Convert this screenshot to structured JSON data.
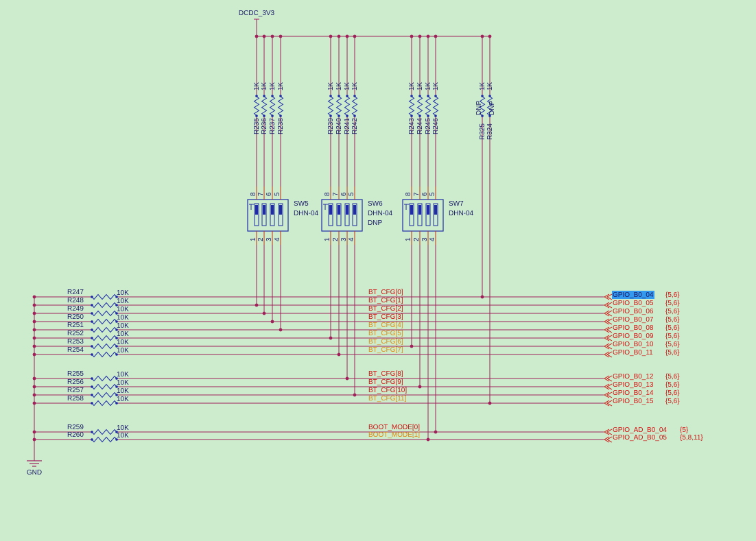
{
  "colors": {
    "background": "#cdeccd",
    "wire": "#a0205a",
    "pin": "#c83010",
    "component": "#1e2aa8",
    "net_label": "#d01010",
    "net_label_alt": "#e08a10",
    "power": "#a02060",
    "selection": "#3399ee",
    "text": "#1a1a6a"
  },
  "power": {
    "label": "DCDC_3V3"
  },
  "ground": {
    "label": "GND"
  },
  "pullups": [
    {
      "ref": "R235",
      "value": "1K",
      "dnp": ""
    },
    {
      "ref": "R236",
      "value": "1K",
      "dnp": ""
    },
    {
      "ref": "R237",
      "value": "1K",
      "dnp": ""
    },
    {
      "ref": "R238",
      "value": "1K",
      "dnp": ""
    },
    {
      "ref": "R239",
      "value": "1K",
      "dnp": ""
    },
    {
      "ref": "R240",
      "value": "1K",
      "dnp": ""
    },
    {
      "ref": "R241",
      "value": "1K",
      "dnp": ""
    },
    {
      "ref": "R242",
      "value": "1K",
      "dnp": ""
    },
    {
      "ref": "R243",
      "value": "1K",
      "dnp": ""
    },
    {
      "ref": "R244",
      "value": "1K",
      "dnp": ""
    },
    {
      "ref": "R245",
      "value": "1K",
      "dnp": ""
    },
    {
      "ref": "R246",
      "value": "1K",
      "dnp": ""
    },
    {
      "ref": "R325",
      "value": "1K",
      "dnp": "DNP"
    },
    {
      "ref": "R324",
      "value": "1K",
      "dnp": "DNP"
    }
  ],
  "switches": [
    {
      "ref": "SW5",
      "part": "DHN-04",
      "note": "",
      "top_pins": [
        "8",
        "7",
        "6",
        "5"
      ],
      "bottom_pins": [
        "1",
        "2",
        "3",
        "4"
      ]
    },
    {
      "ref": "SW6",
      "part": "DHN-04",
      "note": "DNP",
      "top_pins": [
        "8",
        "7",
        "6",
        "5"
      ],
      "bottom_pins": [
        "1",
        "2",
        "3",
        "4"
      ]
    },
    {
      "ref": "SW7",
      "part": "DHN-04",
      "note": "",
      "top_pins": [
        "8",
        "7",
        "6",
        "5"
      ],
      "bottom_pins": [
        "1",
        "2",
        "3",
        "4"
      ]
    }
  ],
  "pulldowns": [
    {
      "ref": "R247",
      "value": "10K",
      "net": "BT_CFG[0]",
      "port": "GPIO_B0_04",
      "sheets": "{5,6}"
    },
    {
      "ref": "R248",
      "value": "10K",
      "net": "BT_CFG[1]",
      "port": "GPIO_B0_05",
      "sheets": "{5,6}"
    },
    {
      "ref": "R249",
      "value": "10K",
      "net": "BT_CFG[2]",
      "port": "GPIO_B0_06",
      "sheets": "{5,6}"
    },
    {
      "ref": "R250",
      "value": "10K",
      "net": "BT_CFG[3]",
      "port": "GPIO_B0_07",
      "sheets": "{5,6}"
    },
    {
      "ref": "R251",
      "value": "10K",
      "net": "BT_CFG[4]",
      "port": "GPIO_B0_08",
      "sheets": "{5,6}"
    },
    {
      "ref": "R252",
      "value": "10K",
      "net": "BT_CFG[5]",
      "port": "GPIO_B0_09",
      "sheets": "{5,6}"
    },
    {
      "ref": "R253",
      "value": "10K",
      "net": "BT_CFG[6]",
      "port": "GPIO_B0_10",
      "sheets": "{5,6}"
    },
    {
      "ref": "R254",
      "value": "10K",
      "net": "BT_CFG[7]",
      "port": "GPIO_B0_11",
      "sheets": "{5,6}"
    },
    {
      "ref": "R255",
      "value": "10K",
      "net": "BT_CFG[8]",
      "port": "GPIO_B0_12",
      "sheets": "{5,6}"
    },
    {
      "ref": "R256",
      "value": "10K",
      "net": "BT_CFG[9]",
      "port": "GPIO_B0_13",
      "sheets": "{5,6}"
    },
    {
      "ref": "R257",
      "value": "10K",
      "net": "BT_CFG[10]",
      "port": "GPIO_B0_14",
      "sheets": "{5,6}"
    },
    {
      "ref": "R258",
      "value": "10K",
      "net": "BT_CFG[11]",
      "port": "GPIO_B0_15",
      "sheets": "{5,6}"
    },
    {
      "ref": "R259",
      "value": "10K",
      "net": "BOOT_MODE[0]",
      "port": "GPIO_AD_B0_04",
      "sheets": "{5}"
    },
    {
      "ref": "R260",
      "value": "10K",
      "net": "BOOT_MODE[1]",
      "port": "GPIO_AD_B0_05",
      "sheets": "{5,8,11}"
    }
  ]
}
